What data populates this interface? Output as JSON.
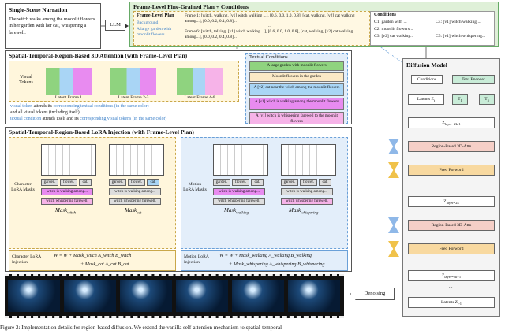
{
  "narration": {
    "title": "Single-Scene Narration",
    "text": "The witch walks among the moonlit flowers in her garden with her cat, whispering a farewell."
  },
  "llm_label": "LLM",
  "plan": {
    "title": "Frame-Level Fine-Grained Plan + Conditions",
    "inner_title": "Frame-Level Plan",
    "background_label": "Background",
    "background_text": "A large garden with moonlit flowers",
    "frame1": "Frame 1: [witch, walking, [v1] witch walking ...], [0.6, 0.0, 1.0, 0.8], [cat, walking, [v2] cat walking among...], [0.0, 0.2, 0.4, 0.8]...",
    "frame6": "Frame 6: [witch, talking, [v1] witch walking ...], [0.6, 0.0, 1.0, 0.8], [cat, walking, [v2] cat walking among...], [0.0, 0.2, 0.4, 0.8]...",
    "dots": "...",
    "conditions_title": "Conditions",
    "conditions": [
      "C1: garden with ...",
      "C2: moonlit flowers...",
      "C3: [v2] cat walking...",
      "C4: [v1] witch walking ...",
      "C5: [v1] witch whispering..."
    ]
  },
  "attn": {
    "title": "Spatial-Temporal-Region-Based 3D Attention (with Frame-Level Plan)",
    "visual_tokens": "Visual Tokens",
    "latent_labels": [
      "Latent Frame 1",
      "Latent Frame 2-3",
      "Latent Frame 4-6"
    ],
    "textual_title": "Textual Conditions",
    "conditions": [
      {
        "text": "A large garden with moonlit flowers",
        "color": "#8fd37f"
      },
      {
        "text": "Moonlit flowers in the garden",
        "color": "#fbe9c6"
      },
      {
        "text": "A [v2] cat near the witch among the moonlit flowers",
        "color": "#a9d5f5"
      },
      {
        "text": "A [v1] witch is walking among the moonlit flowers",
        "color": "#e88bf0"
      },
      {
        "text": "A [v1] witch is whispering farewell to the moonlit flowers",
        "color": "#f6b3e8"
      }
    ],
    "caption1a": "visual token",
    "caption1b": " attends its ",
    "caption1c": "corresponding textual conditions (in the same color)",
    "caption2": "and all visual tokens (including itself)",
    "caption3a": "textual condition",
    "caption3b": " attends itself and its ",
    "caption3c": "corresponding visual tokens (in the same color)"
  },
  "lora": {
    "title": "Spatial-Temporal-Region-Based LoRA Injection (with Frame-Level Plan)",
    "char_label": "Character LoRA Masks",
    "motion_label": "Motion LoRA Masks",
    "tags": [
      "garden.",
      "flower.",
      "cat."
    ],
    "char_bars": [
      "witch is walking among...",
      "witch whispering farewell."
    ],
    "mask_witch": "Mask",
    "mask_witch_sub": "witch",
    "mask_cat": "Mask",
    "mask_cat_sub": "cat",
    "mask_walking": "Mask",
    "mask_walking_sub": "walking",
    "mask_whispering": "Mask",
    "mask_whispering_sub": "whispering",
    "char_injection": "Character LoRA Injection",
    "char_formula1": "W = W + Mask_witch A_witch B_witch",
    "char_formula2": "+ Mask_cat A_cat B_cat",
    "motion_injection": "Motion LoRA Injection",
    "motion_formula1": "W = W + Mask_walking A_walking B_walking",
    "motion_formula2": "+ Mask_whispering A_whispering B_whispering"
  },
  "diffusion": {
    "title": "Diffusion Model",
    "conditions": "Conditions",
    "text_encoder": "Text Encoder",
    "latents": "Latents Z",
    "latents_sub": "t",
    "t1": "T",
    "t1_sub": "1",
    "t5": "T",
    "t5_sub": "5",
    "z1": "Z",
    "z1_sub": "layer=2k-1",
    "rb1": "Region-Based 3D-Attn",
    "ff1": "Feed Forword",
    "z2": "Z",
    "z2_sub": "layer=2k",
    "rb2": "Region-Based 3D-Attn",
    "ff2": "Feed Forword",
    "z3": "Z",
    "z3_sub": "layer=2k+1",
    "out": "Latents Z",
    "out_sub": "t-1",
    "dots": "...",
    "denoising": "Denoising"
  },
  "caption": "Figure 2: Implementation details for region-based diffusion. We extend the vanilla self-attention mechanism to spatial-temporal"
}
